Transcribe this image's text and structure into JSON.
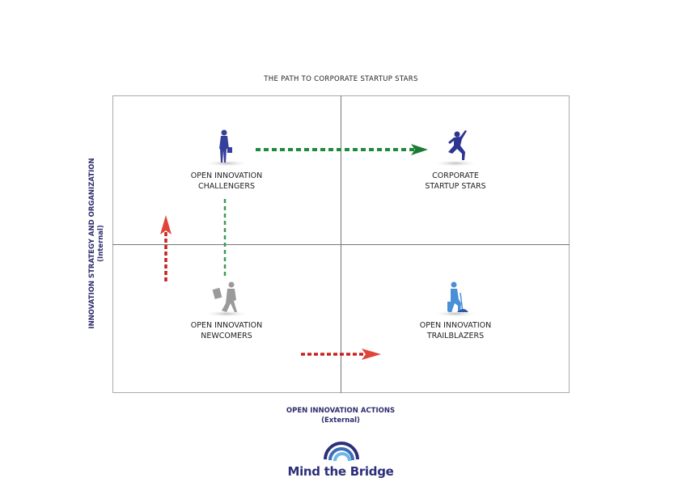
{
  "title": "THE PATH TO CORPORATE STARTUP STARS",
  "y_axis": {
    "label": "INNOVATION STRATEGY AND ORGANIZATION",
    "sub": "(Internal)"
  },
  "x_axis": {
    "label": "OPEN INNOVATION ACTIONS",
    "sub": "(External)"
  },
  "quadrants": {
    "challengers": {
      "line1": "OPEN INNOVATION",
      "line2": "CHALLENGERS"
    },
    "stars": {
      "line1": "CORPORATE",
      "line2": "STARTUP STARS"
    },
    "newcomers": {
      "line1": "OPEN INNOVATION",
      "line2": "NEWCOMERS"
    },
    "trailblazers": {
      "line1": "OPEN INNOVATION",
      "line2": "TRAILBLAZERS"
    }
  },
  "logo": {
    "text": "Mind the Bridge"
  },
  "colors": {
    "green": "#1e8a3c",
    "red": "#c8201e",
    "navy": "#2d2f7a",
    "figure": "#34409c",
    "grey": "#999999",
    "lightblue": "#4a90d9"
  }
}
